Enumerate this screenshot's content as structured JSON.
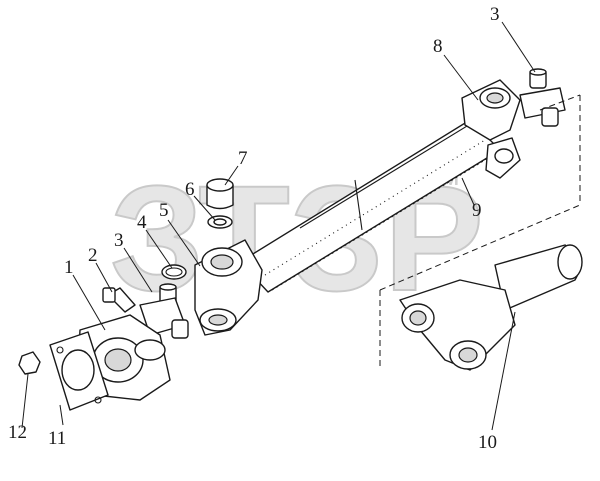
{
  "watermark": {
    "text": "ЗТЗР",
    "trademark": "TM"
  },
  "callouts": [
    {
      "id": "c1",
      "text": "1"
    },
    {
      "id": "c2",
      "text": "2"
    },
    {
      "id": "c3a",
      "text": "3"
    },
    {
      "id": "c3b",
      "text": "3"
    },
    {
      "id": "c4",
      "text": "4"
    },
    {
      "id": "c5",
      "text": "5"
    },
    {
      "id": "c6",
      "text": "6"
    },
    {
      "id": "c7",
      "text": "7"
    },
    {
      "id": "c8",
      "text": "8"
    },
    {
      "id": "c9",
      "text": "9"
    },
    {
      "id": "c10",
      "text": "10"
    },
    {
      "id": "c11",
      "text": "11"
    },
    {
      "id": "c12",
      "text": "12"
    }
  ]
}
